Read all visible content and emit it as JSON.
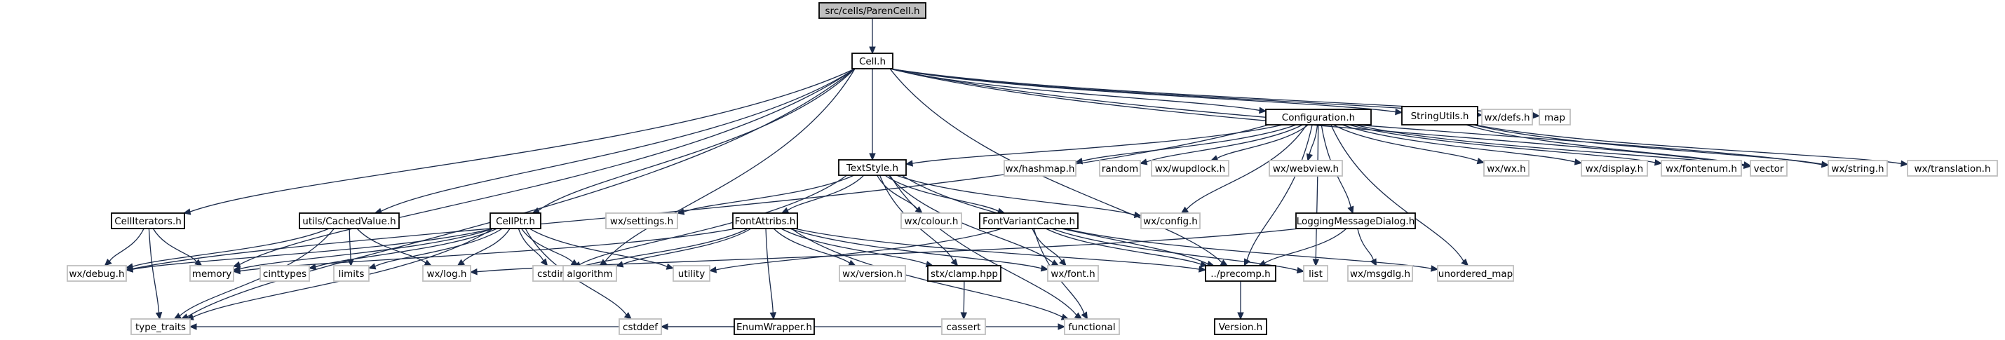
{
  "diagram": {
    "title": "src/cells/ParenCell.h",
    "colors": {
      "edge": "#1a2a4a",
      "root_fill": "#bfbfbf",
      "root_border": "#000000",
      "normal_fill": "#ffffff",
      "normal_border": "#000000",
      "external_border": "#bfbfbf",
      "external_text": "#000000"
    },
    "nodes": [
      {
        "id": "paren",
        "label": "src/cells/ParenCell.h",
        "kind": "root"
      },
      {
        "id": "cell",
        "label": "Cell.h",
        "kind": "normal"
      },
      {
        "id": "configuration",
        "label": "Configuration.h",
        "kind": "normal"
      },
      {
        "id": "stringutils",
        "label": "StringUtils.h",
        "kind": "normal"
      },
      {
        "id": "wxdefs",
        "label": "wx/defs.h",
        "kind": "external"
      },
      {
        "id": "map",
        "label": "map",
        "kind": "external"
      },
      {
        "id": "textstyle",
        "label": "TextStyle.h",
        "kind": "normal"
      },
      {
        "id": "wxhashmap",
        "label": "wx/hashmap.h",
        "kind": "external"
      },
      {
        "id": "random",
        "label": "random",
        "kind": "external"
      },
      {
        "id": "wxwupdlock",
        "label": "wx/wupdlock.h",
        "kind": "external"
      },
      {
        "id": "wxwebview",
        "label": "wx/webview.h",
        "kind": "external"
      },
      {
        "id": "wxwx",
        "label": "wx/wx.h",
        "kind": "external"
      },
      {
        "id": "wxdisplay",
        "label": "wx/display.h",
        "kind": "external"
      },
      {
        "id": "wxfontenum",
        "label": "wx/fontenum.h",
        "kind": "external"
      },
      {
        "id": "vector",
        "label": "vector",
        "kind": "external"
      },
      {
        "id": "wxstring",
        "label": "wx/string.h",
        "kind": "external"
      },
      {
        "id": "wxtranslation",
        "label": "wx/translation.h",
        "kind": "external"
      },
      {
        "id": "celliterators",
        "label": "CellIterators.h",
        "kind": "normal"
      },
      {
        "id": "cachedvalue",
        "label": "utils/CachedValue.h",
        "kind": "normal"
      },
      {
        "id": "cellptr",
        "label": "CellPtr.h",
        "kind": "normal"
      },
      {
        "id": "wxsettings",
        "label": "wx/settings.h",
        "kind": "external"
      },
      {
        "id": "fontattribs",
        "label": "FontAttribs.h",
        "kind": "normal"
      },
      {
        "id": "wxcolour",
        "label": "wx/colour.h",
        "kind": "external"
      },
      {
        "id": "fontvariantcache",
        "label": "FontVariantCache.h",
        "kind": "normal"
      },
      {
        "id": "wxconfig",
        "label": "wx/config.h",
        "kind": "external"
      },
      {
        "id": "loggingdialog",
        "label": "LoggingMessageDialog.h",
        "kind": "normal"
      },
      {
        "id": "wxdebug",
        "label": "wx/debug.h",
        "kind": "external"
      },
      {
        "id": "memory",
        "label": "memory",
        "kind": "external"
      },
      {
        "id": "cinttypes",
        "label": "cinttypes",
        "kind": "external"
      },
      {
        "id": "limits",
        "label": "limits",
        "kind": "external"
      },
      {
        "id": "wxlog",
        "label": "wx/log.h",
        "kind": "external"
      },
      {
        "id": "cstdint",
        "label": "cstdint",
        "kind": "external"
      },
      {
        "id": "algorithm",
        "label": "algorithm",
        "kind": "external"
      },
      {
        "id": "utility",
        "label": "utility",
        "kind": "external"
      },
      {
        "id": "wxversion",
        "label": "wx/version.h",
        "kind": "external"
      },
      {
        "id": "stxclamp",
        "label": "stx/clamp.hpp",
        "kind": "normal"
      },
      {
        "id": "wxfont",
        "label": "wx/font.h",
        "kind": "external"
      },
      {
        "id": "precomp",
        "label": "../precomp.h",
        "kind": "normal"
      },
      {
        "id": "list",
        "label": "list",
        "kind": "external"
      },
      {
        "id": "wxmsgdlg",
        "label": "wx/msgdlg.h",
        "kind": "external"
      },
      {
        "id": "unorderedmap",
        "label": "unordered_map",
        "kind": "external"
      },
      {
        "id": "enumwrapper",
        "label": "EnumWrapper.h",
        "kind": "normal"
      },
      {
        "id": "cassert",
        "label": "cassert",
        "kind": "external"
      },
      {
        "id": "versionh",
        "label": "Version.h",
        "kind": "normal"
      },
      {
        "id": "typetraits",
        "label": "type_traits",
        "kind": "external"
      },
      {
        "id": "cstddef",
        "label": "cstddef",
        "kind": "external"
      },
      {
        "id": "functional",
        "label": "functional",
        "kind": "external"
      }
    ],
    "edges": [
      [
        "paren",
        "cell"
      ],
      [
        "cell",
        "configuration"
      ],
      [
        "cell",
        "stringutils"
      ],
      [
        "cell",
        "wxdefs"
      ],
      [
        "cell",
        "map"
      ],
      [
        "cell",
        "textstyle"
      ],
      [
        "cell",
        "celliterators"
      ],
      [
        "cell",
        "cachedvalue"
      ],
      [
        "cell",
        "cellptr"
      ],
      [
        "cell",
        "typetraits"
      ],
      [
        "cell",
        "algorithm"
      ],
      [
        "cell",
        "memory"
      ],
      [
        "cell",
        "precomp"
      ],
      [
        "cell",
        "vector"
      ],
      [
        "cell",
        "wxstring"
      ],
      [
        "configuration",
        "textstyle"
      ],
      [
        "configuration",
        "wxhashmap"
      ],
      [
        "configuration",
        "random"
      ],
      [
        "configuration",
        "wxwupdlock"
      ],
      [
        "configuration",
        "wxwebview"
      ],
      [
        "configuration",
        "wxwx"
      ],
      [
        "configuration",
        "wxdisplay"
      ],
      [
        "configuration",
        "wxfontenum"
      ],
      [
        "configuration",
        "vector"
      ],
      [
        "configuration",
        "wxconfig"
      ],
      [
        "configuration",
        "loggingdialog"
      ],
      [
        "configuration",
        "precomp"
      ],
      [
        "configuration",
        "list"
      ],
      [
        "configuration",
        "unorderedmap"
      ],
      [
        "configuration",
        "wxdebug"
      ],
      [
        "stringutils",
        "wxstring"
      ],
      [
        "stringutils",
        "wxtranslation"
      ],
      [
        "stringutils",
        "vector"
      ],
      [
        "textstyle",
        "wxsettings"
      ],
      [
        "textstyle",
        "fontattribs"
      ],
      [
        "textstyle",
        "wxcolour"
      ],
      [
        "textstyle",
        "fontvariantcache"
      ],
      [
        "textstyle",
        "wxconfig"
      ],
      [
        "textstyle",
        "cstdint"
      ],
      [
        "textstyle",
        "wxfont"
      ],
      [
        "textstyle",
        "precomp"
      ],
      [
        "textstyle",
        "functional"
      ],
      [
        "textstyle",
        "stxclamp"
      ],
      [
        "celliterators",
        "wxdebug"
      ],
      [
        "celliterators",
        "memory"
      ],
      [
        "celliterators",
        "typetraits"
      ],
      [
        "cachedvalue",
        "wxdebug"
      ],
      [
        "cachedvalue",
        "limits"
      ],
      [
        "cachedvalue",
        "wxlog"
      ],
      [
        "cachedvalue",
        "typetraits"
      ],
      [
        "cellptr",
        "wxdebug"
      ],
      [
        "cellptr",
        "memory"
      ],
      [
        "cellptr",
        "cinttypes"
      ],
      [
        "cellptr",
        "limits"
      ],
      [
        "cellptr",
        "wxlog"
      ],
      [
        "cellptr",
        "cstdint"
      ],
      [
        "cellptr",
        "algorithm"
      ],
      [
        "cellptr",
        "utility"
      ],
      [
        "cellptr",
        "typetraits"
      ],
      [
        "cellptr",
        "cstddef"
      ],
      [
        "fontattribs",
        "memory"
      ],
      [
        "fontattribs",
        "cstdint"
      ],
      [
        "fontattribs",
        "algorithm"
      ],
      [
        "fontattribs",
        "wxversion"
      ],
      [
        "fontattribs",
        "enumwrapper"
      ],
      [
        "fontattribs",
        "stxclamp"
      ],
      [
        "fontattribs",
        "wxfont"
      ],
      [
        "fontattribs",
        "precomp"
      ],
      [
        "fontattribs",
        "functional"
      ],
      [
        "fontvariantcache",
        "wxfont"
      ],
      [
        "fontvariantcache",
        "precomp"
      ],
      [
        "fontvariantcache",
        "list"
      ],
      [
        "fontvariantcache",
        "unorderedmap"
      ],
      [
        "fontvariantcache",
        "functional"
      ],
      [
        "fontvariantcache",
        "utility"
      ],
      [
        "loggingdialog",
        "wxlog"
      ],
      [
        "loggingdialog",
        "precomp"
      ],
      [
        "loggingdialog",
        "wxmsgdlg"
      ],
      [
        "enumwrapper",
        "typetraits"
      ],
      [
        "enumwrapper",
        "cstddef"
      ],
      [
        "enumwrapper",
        "functional"
      ],
      [
        "stxclamp",
        "cassert"
      ],
      [
        "precomp",
        "versionh"
      ]
    ]
  }
}
